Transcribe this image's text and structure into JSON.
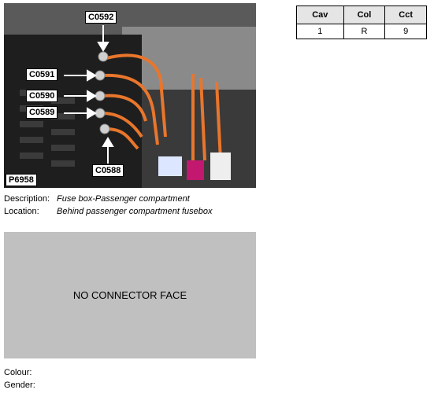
{
  "photo": {
    "connector_labels": [
      "C0592",
      "C0591",
      "C0590",
      "C0589",
      "C0588"
    ],
    "reference": "P6958"
  },
  "description": {
    "desc_label": "Description:",
    "desc_value": "Fuse box-Passenger compartment",
    "loc_label": "Location:",
    "loc_value": "Behind passenger compartment fusebox"
  },
  "face_text": "NO CONNECTOR FACE",
  "meta": {
    "colour_label": "Colour:",
    "gender_label": "Gender:"
  },
  "pin_table": {
    "headers": [
      "Cav",
      "Col",
      "Cct"
    ],
    "rows": [
      [
        "1",
        "R",
        "9"
      ]
    ]
  }
}
